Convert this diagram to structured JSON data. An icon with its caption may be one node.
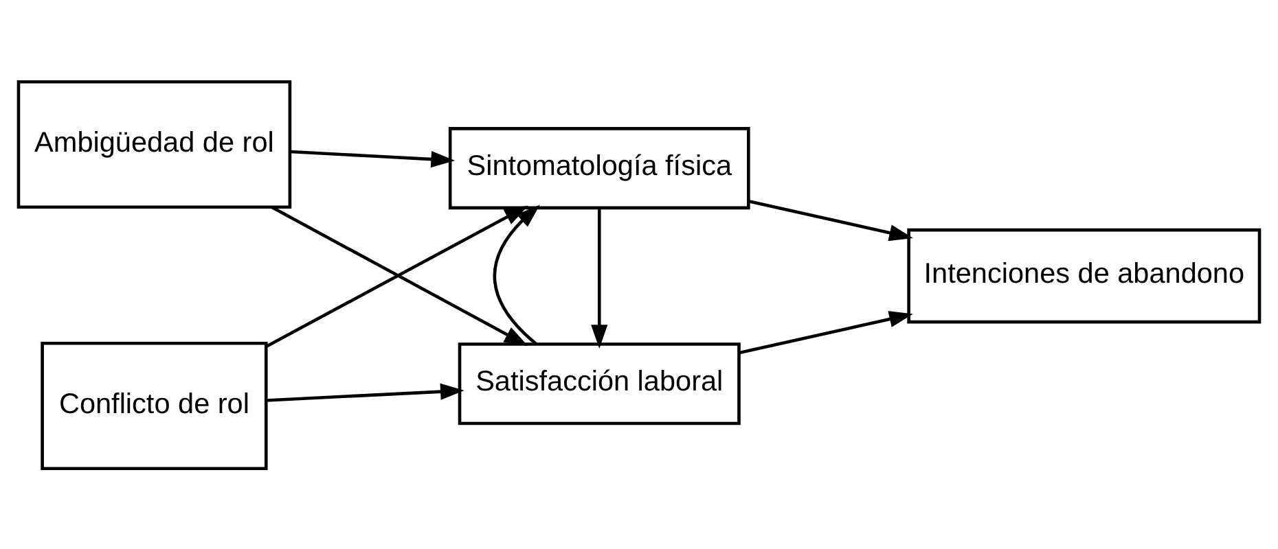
{
  "diagram": {
    "nodes": [
      {
        "text": [
          "Ambigüedad de rol"
        ]
      },
      {
        "text": [
          "Conflicto de rol"
        ]
      },
      {
        "text": [
          "Satisfacción laboral"
        ]
      },
      {
        "text": [
          "Sintomatología física"
        ]
      },
      {
        "text": [
          "Intenciones de abandono"
        ]
      }
    ],
    "edges": [
      {
        "from": 0,
        "to": 2,
        "arrow": "to"
      },
      {
        "from": 0,
        "to": 3,
        "arrow": "to"
      },
      {
        "from": 1,
        "to": 2,
        "arrow": "to"
      },
      {
        "from": 1,
        "to": 3,
        "arrow": "to"
      },
      {
        "from": 3,
        "to": 2,
        "arrow": "to"
      },
      {
        "from": 2,
        "to": 3,
        "arrow": "to"
      },
      {
        "from": 2,
        "to": 4,
        "arrow": "to"
      },
      {
        "from": 3,
        "to": 4,
        "arrow": "to"
      }
    ]
  }
}
